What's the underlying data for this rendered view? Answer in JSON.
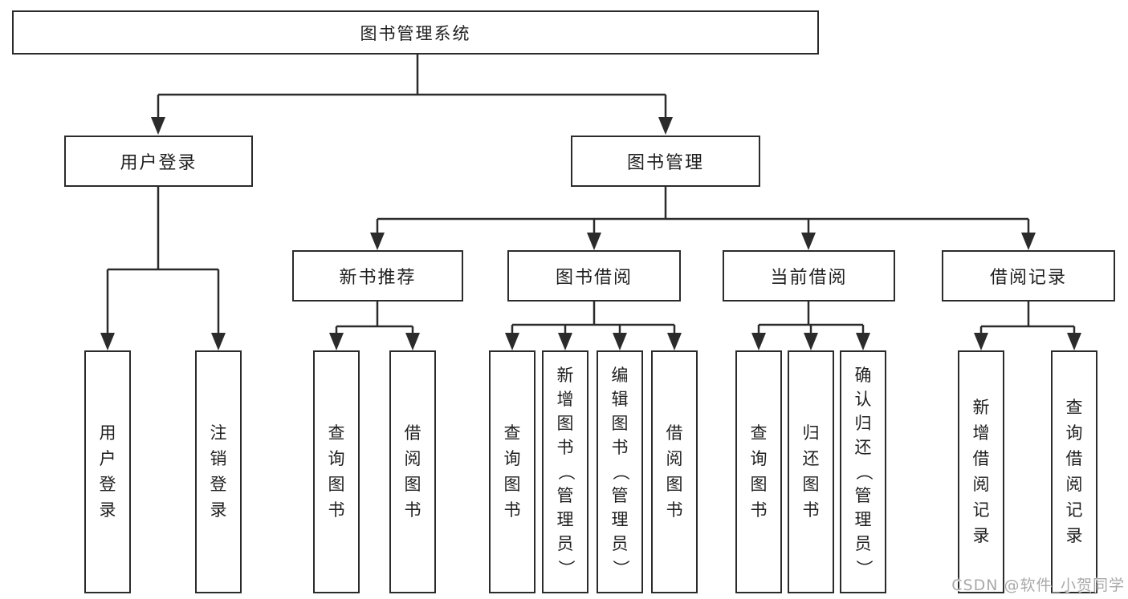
{
  "tree": {
    "label": "图书管理系统",
    "children": [
      {
        "label": "用户登录",
        "children": [
          {
            "label": "用户登录"
          },
          {
            "label": "注销登录"
          }
        ]
      },
      {
        "label": "图书管理",
        "children": [
          {
            "label": "新书推荐",
            "children": [
              {
                "label": "查询图书"
              },
              {
                "label": "借阅图书"
              }
            ]
          },
          {
            "label": "图书借阅",
            "children": [
              {
                "label": "查询图书"
              },
              {
                "label": "新增图书（管理员）"
              },
              {
                "label": "编辑图书（管理员）"
              },
              {
                "label": "借阅图书"
              }
            ]
          },
          {
            "label": "当前借阅",
            "children": [
              {
                "label": "查询图书"
              },
              {
                "label": "归还图书"
              },
              {
                "label": "确认归还（管理员）"
              }
            ]
          },
          {
            "label": "借阅记录",
            "children": [
              {
                "label": "新增借阅记录"
              },
              {
                "label": "查询借阅记录"
              }
            ]
          }
        ]
      }
    ]
  },
  "watermark": "CSDN @软件_小贺同学",
  "colors": {
    "line": "#2b2b2b",
    "box_border": "#2b2b2b",
    "text": "#1f1f1f",
    "watermark": "#a9a9a9",
    "background": "#ffffff"
  }
}
